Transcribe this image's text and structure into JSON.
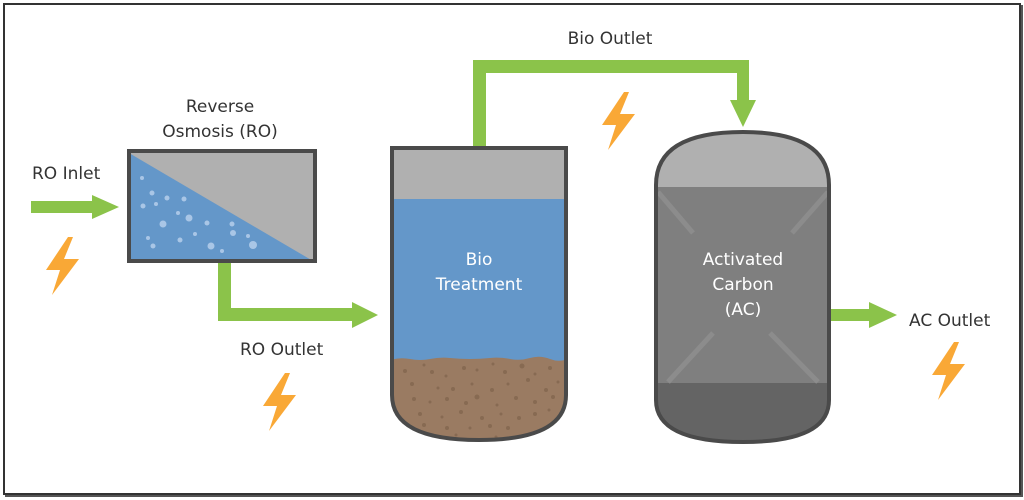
{
  "diagram": {
    "title": "Water treatment process: Reverse Osmosis, Bio Treatment, Activated Carbon",
    "colors": {
      "flow": "#8bc34a",
      "power": "#f9a836",
      "outline": "#4a4a4a",
      "headspace": "#b0b0b0",
      "water": "#6497c9",
      "sludge": "#9a7b62",
      "carbon_body": "#7f7f7f",
      "carbon_bottom": "#646464"
    },
    "units": [
      {
        "id": "ro",
        "label_lines": [
          "Reverse",
          "Osmosis (RO)"
        ],
        "icon": "membrane-filter-icon"
      },
      {
        "id": "bio",
        "label_lines": [
          "Bio",
          "Treatment"
        ],
        "icon": "bio-tank-icon"
      },
      {
        "id": "ac",
        "label_lines": [
          "Activated",
          "Carbon",
          "(AC)"
        ],
        "icon": "carbon-vessel-icon"
      }
    ],
    "flows": [
      {
        "id": "ro-inlet",
        "label": "RO Inlet",
        "from": "",
        "to": "Reverse Osmosis (RO)"
      },
      {
        "id": "ro-outlet",
        "label": "RO Outlet",
        "from": "Reverse Osmosis (RO)",
        "to": "Bio Treatment"
      },
      {
        "id": "bio-outlet",
        "label": "Bio Outlet",
        "from": "Bio Treatment",
        "to": "Activated Carbon (AC)"
      },
      {
        "id": "ac-outlet",
        "label": "AC Outlet",
        "from": "Activated Carbon (AC)",
        "to": ""
      }
    ],
    "power_icons": [
      "lightning-bolt-icon",
      "lightning-bolt-icon",
      "lightning-bolt-icon",
      "lightning-bolt-icon"
    ]
  }
}
